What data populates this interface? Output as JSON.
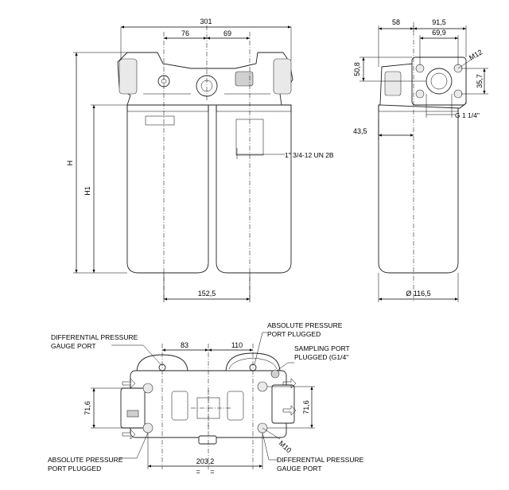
{
  "front_view": {
    "overall_width": "301",
    "offset_left": "76",
    "offset_right": "69",
    "height_total": "H",
    "height_bowl": "H1",
    "thread_label": "1\" 3/4-12 UN 2B",
    "bowl_spacing": "152,5"
  },
  "side_view": {
    "dim_58": "58",
    "dim_91_5": "91,5",
    "dim_69_9": "69,9",
    "dim_50_8": "50,8",
    "dim_35_7": "35,7",
    "dim_43_5": "43,5",
    "thread_m12": "M12",
    "port_thread": "G 1 1/4\"",
    "bowl_diameter": "Ø 116,5"
  },
  "bottom_view": {
    "dim_83": "83",
    "dim_110": "110",
    "dim_71_6_left": "71,6",
    "dim_71_6_right": "71,6",
    "dim_203_2": "203,2",
    "equal_marks": "=     =",
    "thread_m10": "M10",
    "callout_diff_top": [
      "DIFFERENTIAL PRESSURE",
      "GAUGE PORT"
    ],
    "callout_abs_top": [
      "ABSOLUTE PRESSURE",
      "PORT PLUGGED"
    ],
    "callout_sampling": [
      "SAMPLING PORT",
      "PLUGGED (G1/4\""
    ],
    "callout_abs_bottom": [
      "ABSOLUTE PRESSURE",
      "PORT PLUGGED"
    ],
    "callout_diff_bottom": [
      "DIFFERENTIAL PRESSURE",
      "GAUGE PORT"
    ]
  }
}
